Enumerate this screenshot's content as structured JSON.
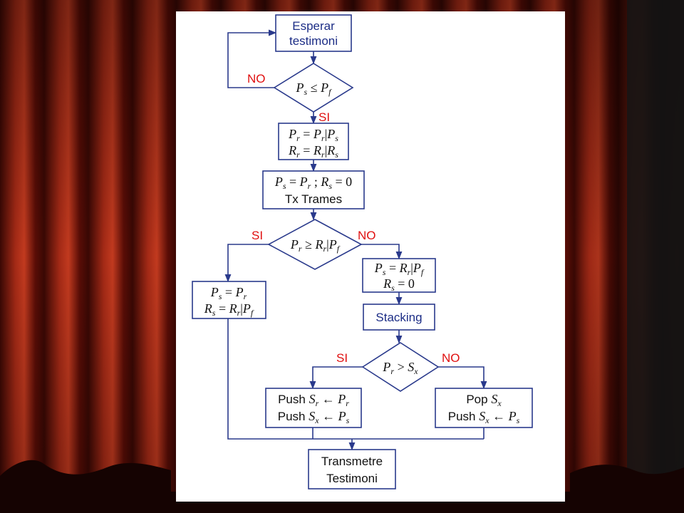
{
  "colors": {
    "curtain_base": "#4a0a05",
    "curtain_highlight": "#b8321a",
    "stage_floor": "#1a0402",
    "panel": "#ffffff",
    "flow_line": "#2a3a8c",
    "branch_label": "#e01010",
    "accent_text": "#1c2d86"
  },
  "flowchart": {
    "wait": {
      "line1": "Esperar",
      "line2": "testimoni"
    },
    "d1": {
      "a": "P",
      "a_sub": "s",
      "op": " ≤ ",
      "b": "P",
      "b_sub": "f",
      "no": "NO",
      "yes": "SI"
    },
    "update": {
      "l1": {
        "a": "P",
        "a_sub": "r",
        "eq": " = ",
        "b": "P",
        "b_sub": "r",
        "bar": "|",
        "c": "P",
        "c_sub": "s"
      },
      "l2": {
        "a": "R",
        "a_sub": "r",
        "eq": " = ",
        "b": "R",
        "b_sub": "r",
        "bar": "|",
        "c": "R",
        "c_sub": "s"
      }
    },
    "tx": {
      "l1": {
        "a": "P",
        "a_sub": "s",
        "eq": " = ",
        "b": "P",
        "b_sub": "r",
        "sep": " ; ",
        "c": "R",
        "c_sub": "s",
        "eq2": " = 0"
      },
      "l2": "Tx Trames"
    },
    "d2": {
      "a": "P",
      "a_sub": "r",
      "op": " ≥ ",
      "b": "R",
      "b_sub": "r",
      "bar": "|",
      "c": "P",
      "c_sub": "f",
      "yes": "SI",
      "no": "NO"
    },
    "left": {
      "l1": {
        "a": "P",
        "a_sub": "s",
        "eq": " = ",
        "b": "P",
        "b_sub": "r"
      },
      "l2": {
        "a": "R",
        "a_sub": "s",
        "eq": " = ",
        "b": "R",
        "b_sub": "r",
        "bar": "|",
        "c": "P",
        "c_sub": "f"
      }
    },
    "right": {
      "l1": {
        "a": "P",
        "a_sub": "s",
        "eq": " = ",
        "b": "R",
        "b_sub": "r",
        "bar": "|",
        "c": "P",
        "c_sub": "f"
      },
      "l2": {
        "a": "R",
        "a_sub": "s",
        "eq": " = 0"
      }
    },
    "stacking": "Stacking",
    "d3": {
      "a": "P",
      "a_sub": "r",
      "op": " > ",
      "b": "S",
      "b_sub": "x",
      "yes": "SI",
      "no": "NO"
    },
    "push": {
      "l1": {
        "kw": "Push ",
        "a": "S",
        "a_sub": "r",
        "arrow": " ← ",
        "b": "P",
        "b_sub": "r"
      },
      "l2": {
        "kw": "Push ",
        "a": "S",
        "a_sub": "x",
        "arrow": " ← ",
        "b": "P",
        "b_sub": "s"
      }
    },
    "pop": {
      "l1": {
        "kw": "Pop ",
        "a": "S",
        "a_sub": "x"
      },
      "l2": {
        "kw": "Push ",
        "a": "S",
        "a_sub": "x",
        "arrow": " ← ",
        "b": "P",
        "b_sub": "s"
      }
    },
    "end": {
      "line1": "Transmetre",
      "line2": "Testimoni"
    }
  }
}
